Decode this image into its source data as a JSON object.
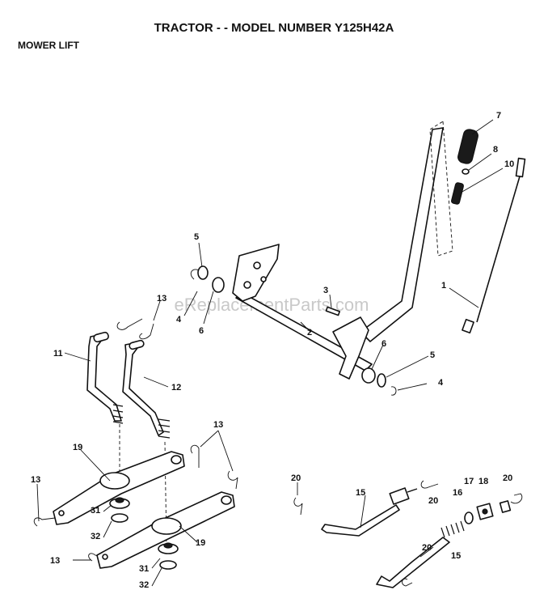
{
  "header": {
    "title": "TRACTOR - - MODEL NUMBER Y125H42A",
    "section": "MOWER LIFT"
  },
  "watermark": "eReplacementParts.com",
  "callouts": [
    "1",
    "2",
    "3",
    "4",
    "4",
    "5",
    "5",
    "6",
    "6",
    "7",
    "8",
    "10",
    "11",
    "12",
    "13",
    "13",
    "13",
    "13",
    "15",
    "15",
    "16",
    "17",
    "18",
    "19",
    "19",
    "20",
    "20",
    "20",
    "20",
    "31",
    "31",
    "32",
    "32"
  ]
}
